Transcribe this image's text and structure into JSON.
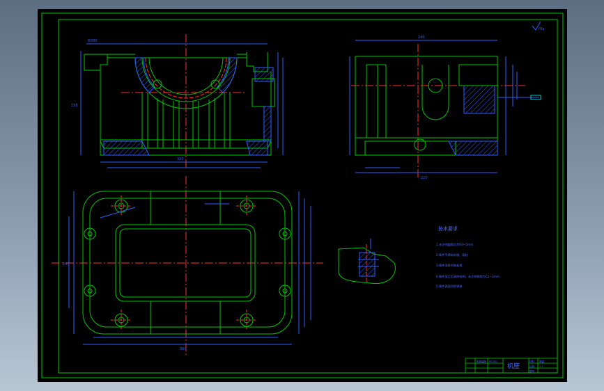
{
  "colors": {
    "background": "#000000",
    "frame": "#00c800",
    "outline": "#00c800",
    "center_line": "#ff3030",
    "dimension": "#2f5dff",
    "hatch": "#2f5dff",
    "cyan": "#00c8c8",
    "title_text": "#4a6aff"
  },
  "drawing": {
    "title": "机座",
    "roughness_note": "√Ra",
    "technical_requirements": {
      "heading": "技术要求",
      "items": [
        "1.未注明圆角均为R3~5mm",
        "2.铸件不得有砂眼、裂纹",
        "3.铸件须经时效处理",
        "4.铸件加工后清除毛刺，未注明倒角为C1~2mm",
        "5.铸件表面涂防锈漆"
      ]
    },
    "title_block": {
      "left_cells": [
        "机座装配",
        "HT200",
        "",
        "",
        "",
        ""
      ],
      "right_cells": [
        "材料",
        "比例",
        "图号",
        "数量",
        "1:1",
        ""
      ]
    }
  }
}
